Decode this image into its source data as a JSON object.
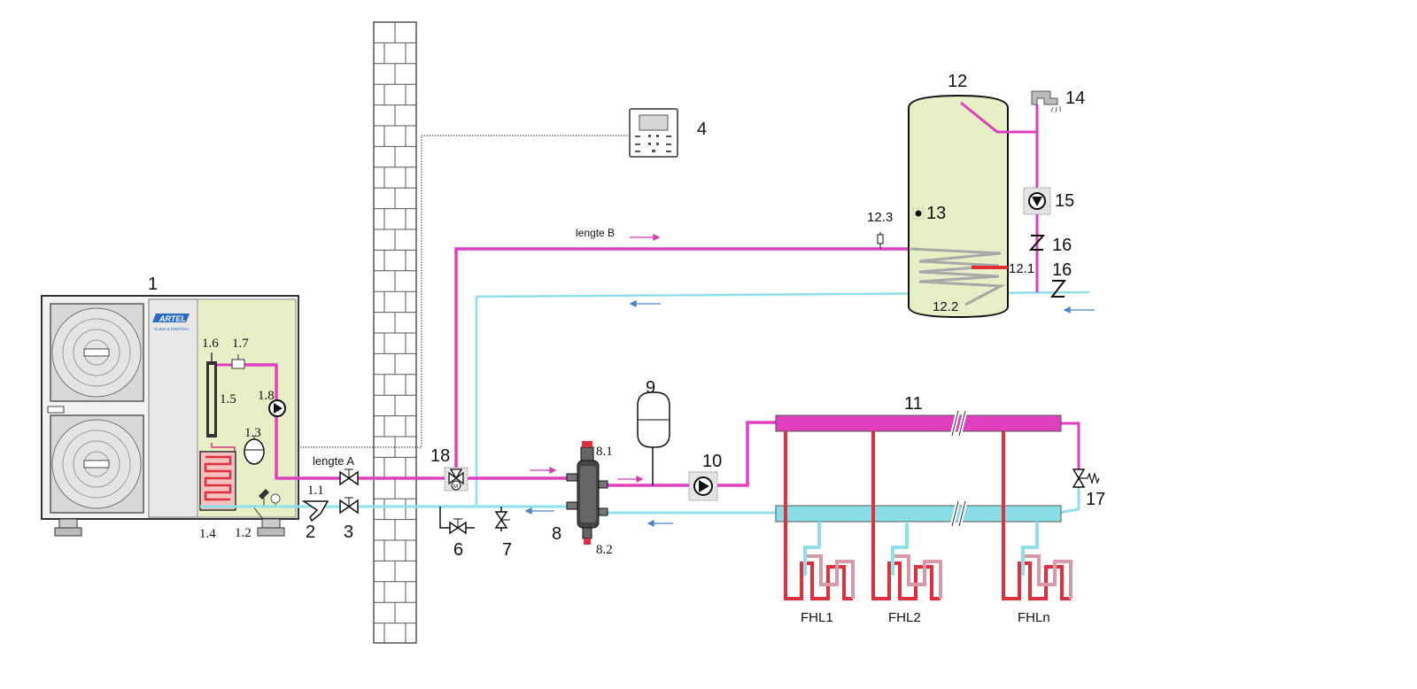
{
  "colors": {
    "supply": "#e040c0",
    "return": "#8fe0ea",
    "heating": "#e03040",
    "manifold_supply": "#e040c0",
    "manifold_return": "#88dde6",
    "unit_panel": "#e6efc6",
    "arrow_return": "#4a84c4",
    "arrow_supply": "#d040b0",
    "wall_brick_line": "#555555"
  },
  "unit": {
    "brand": "ARTEL",
    "brand_sub": "CLIMA & ENERGIA"
  },
  "labels": {
    "n1": "1",
    "n1_1": "1.1",
    "n1_2": "1.2",
    "n1_3": "1.3",
    "n1_4": "1.4",
    "n1_5": "1.5",
    "n1_6": "1.6",
    "n1_7": "1.7",
    "n1_8": "1.8",
    "n2": "2",
    "n3": "3",
    "n4": "4",
    "n6": "6",
    "n7": "7",
    "n8": "8",
    "n8_1": "8.1",
    "n8_2": "8.2",
    "n9": "9",
    "n10": "10",
    "n11": "11",
    "n12": "12",
    "n12_1": "12.1",
    "n12_2": "12.2",
    "n12_3": "12.3",
    "n13": "13",
    "n14": "14",
    "n15": "15",
    "n16a": "16",
    "n16b": "16",
    "n17": "17",
    "n18": "18",
    "lengte_a": "lengte A",
    "lengte_b": "lengte B"
  },
  "loops": [
    "FHL1",
    "FHL2",
    "FHLn"
  ]
}
